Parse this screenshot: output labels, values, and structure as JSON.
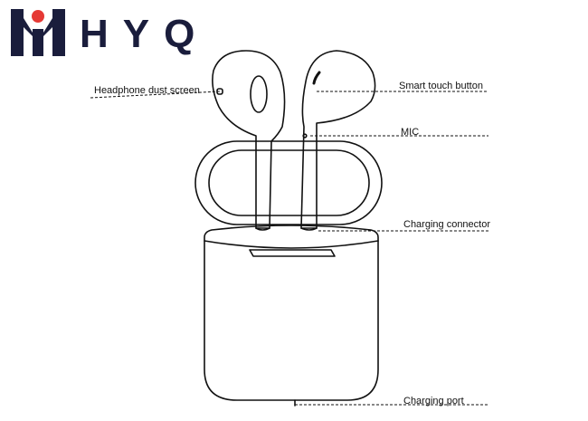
{
  "brand": {
    "name": "HYQ",
    "colors": {
      "primary": "#1a1d3c",
      "accent": "#e53935"
    }
  },
  "labels": {
    "headphone_dust_screen": "Headphone dust screen",
    "smart_touch_button": "Smart  touch button",
    "mic": "MIC",
    "charging_connector": "Charging connector",
    "charging_port": "Charging port"
  }
}
